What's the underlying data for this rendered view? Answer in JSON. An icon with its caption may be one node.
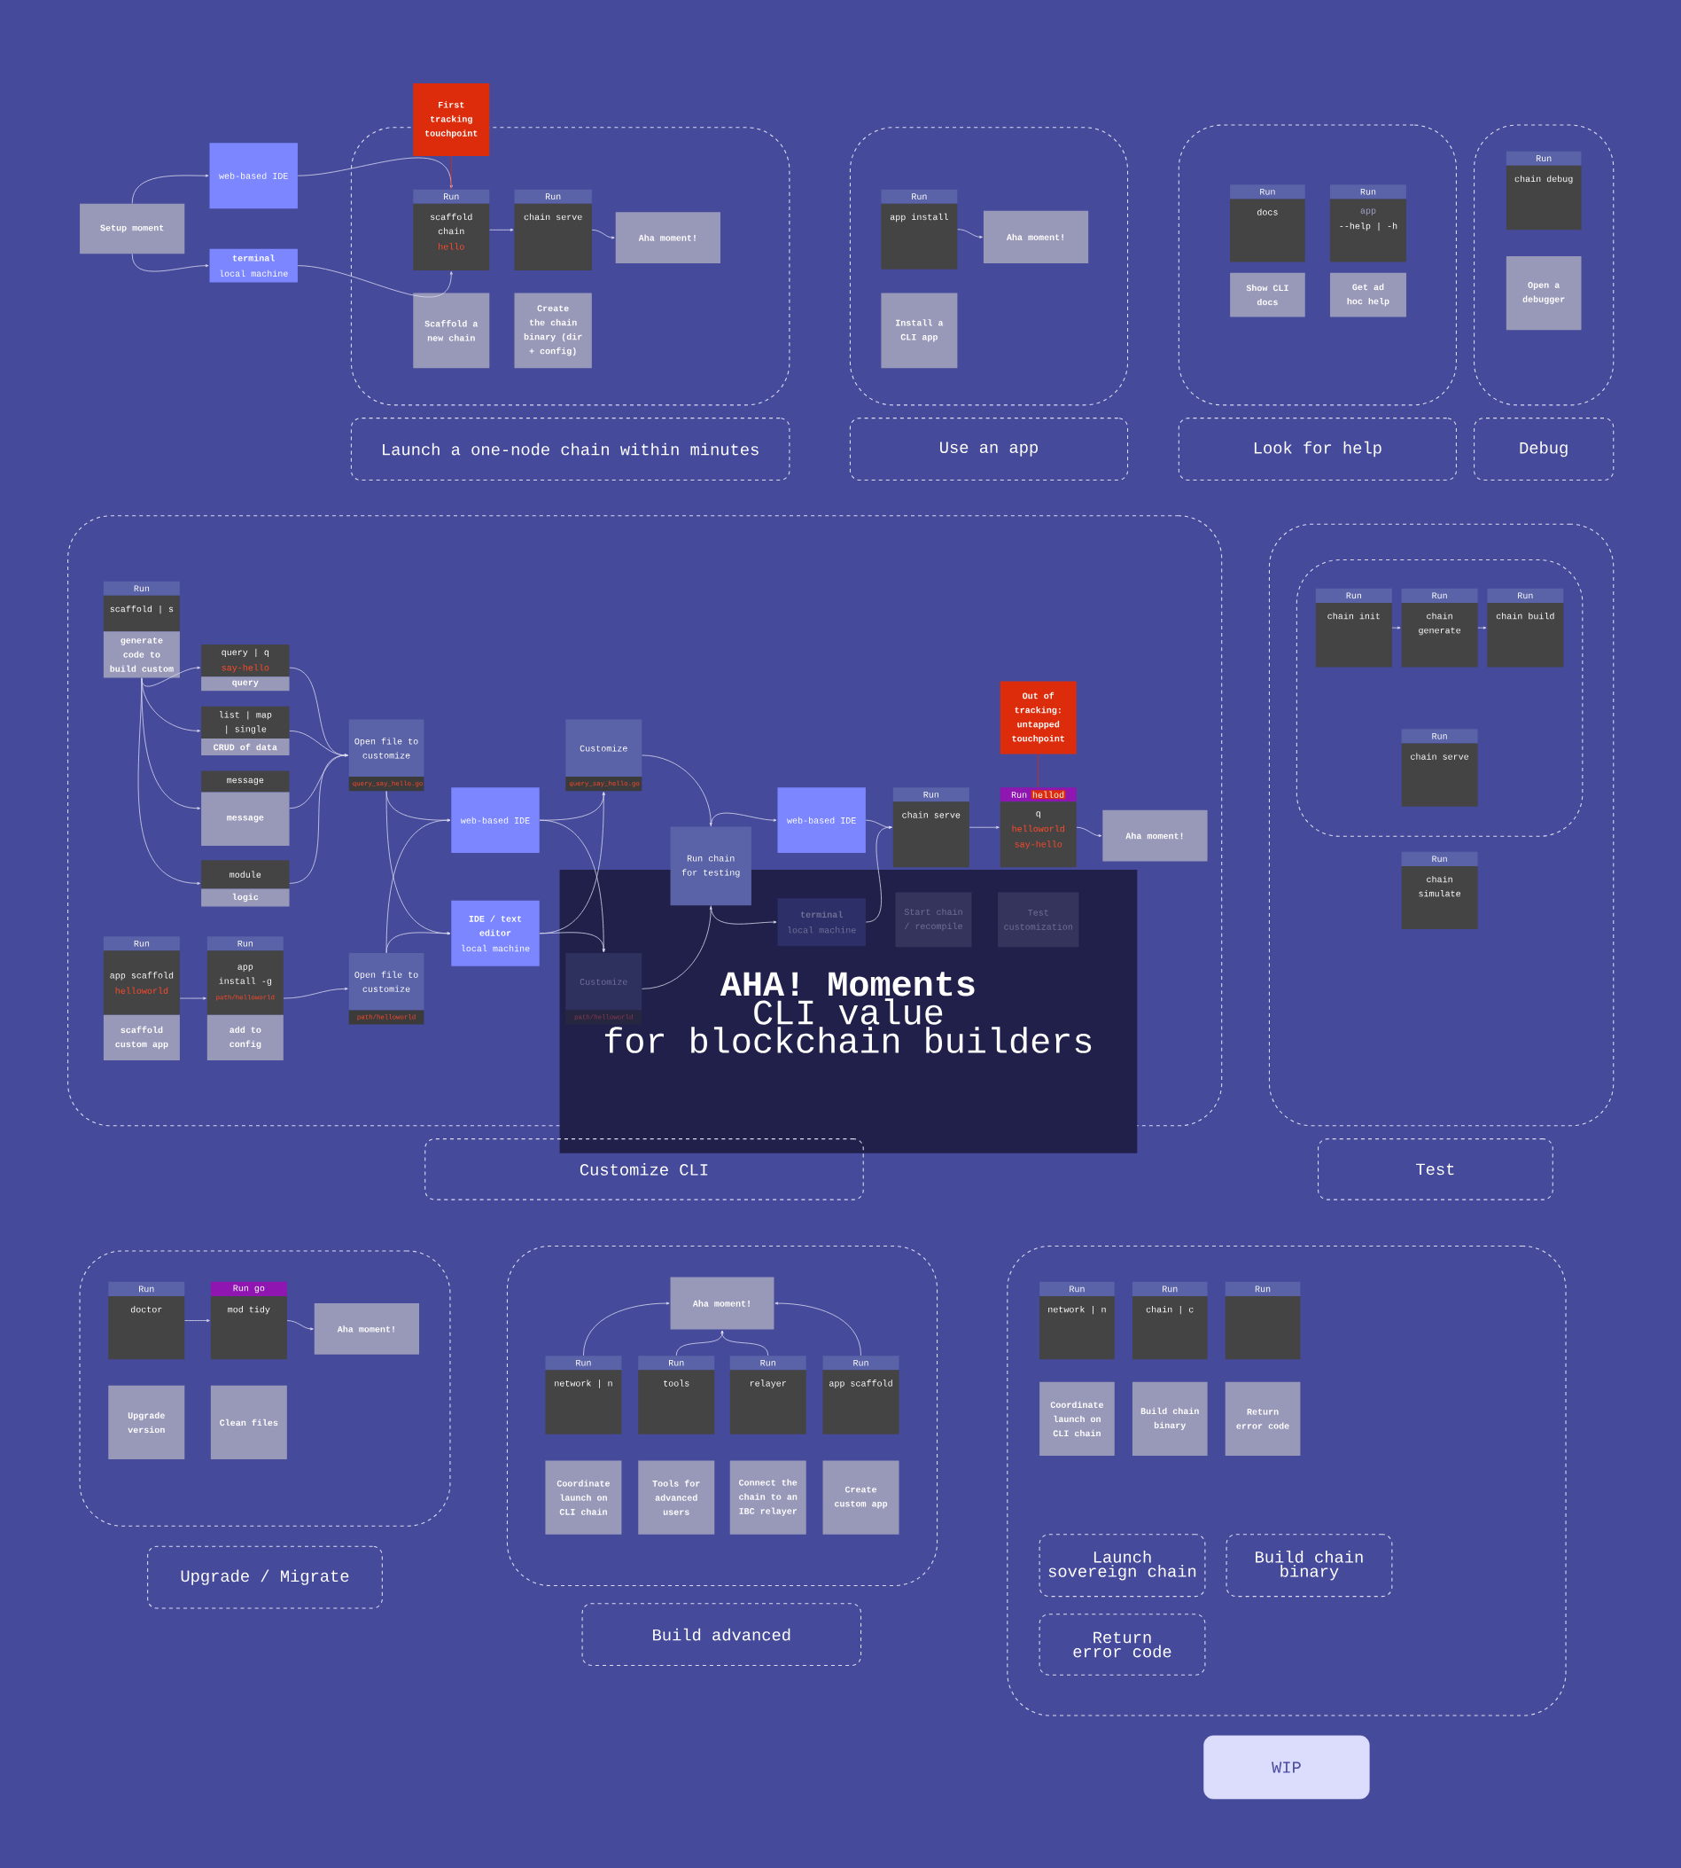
{
  "diagram": {
    "nodes": [
      {
        "text": [
          "Setup moment"
        ]
      },
      {
        "text": [
          "web-based IDE"
        ]
      },
      {
        "text": [
          "terminal",
          "local machine"
        ]
      },
      {
        "text": [],
        "shape": "box"
      },
      {
        "text": [
          "First tracking touchpoint"
        ]
      },
      {
        "text": [
          "Run",
          "scaffold chain",
          "hello"
        ],
        "in": 3
      },
      {
        "text": [
          "Run",
          "chain serve"
        ],
        "in": 3
      },
      {
        "text": [
          "Aha moment!"
        ],
        "in": 3
      },
      {
        "text": [
          "Scaffold a new chain"
        ],
        "in": 3
      },
      {
        "text": [
          "Create the chain binary (dir + config)"
        ],
        "in": 3
      },
      {
        "text": [
          "Launch a one-node chain within minutes"
        ]
      },
      {
        "text": [],
        "shape": "box"
      },
      {
        "text": [
          "Run",
          "app install"
        ],
        "in": 11
      },
      {
        "text": [
          "Aha moment!"
        ],
        "in": 11
      },
      {
        "text": [
          "Install a CLI app"
        ],
        "in": 11
      },
      {
        "text": [
          "Use an app"
        ]
      },
      {
        "text": [],
        "shape": "box"
      },
      {
        "text": [
          "Run",
          "docs"
        ],
        "in": 16
      },
      {
        "text": [
          "Run",
          "app",
          "--help | -h"
        ],
        "in": 16
      },
      {
        "text": [
          "Show CLI docs"
        ],
        "in": 16
      },
      {
        "text": [
          "Get ad hoc help"
        ],
        "in": 16
      },
      {
        "text": [
          "Look for help"
        ]
      },
      {
        "text": [],
        "shape": "box"
      },
      {
        "text": [
          "Run",
          "chain debug"
        ],
        "in": 22
      },
      {
        "text": [
          "Open a debugger"
        ],
        "in": 22
      },
      {
        "text": [
          "Debug"
        ]
      },
      {
        "text": [],
        "shape": "box"
      },
      {
        "text": [
          "Run",
          "scaffold | s",
          "generate code to build custom"
        ],
        "in": 26
      },
      {
        "text": [
          "query | q",
          "say-hello",
          "query"
        ],
        "in": 26
      },
      {
        "text": [
          "list | map | single",
          "CRUD of data"
        ],
        "in": 26
      },
      {
        "text": [
          "message",
          "message"
        ],
        "in": 26
      },
      {
        "text": [
          "module",
          "logic"
        ],
        "in": 26
      },
      {
        "text": [
          "Open file to customize",
          "query_say_hello.go"
        ],
        "in": 26
      },
      {
        "text": [
          "web-based IDE"
        ],
        "in": 26
      },
      {
        "text": [
          "IDE / text editor",
          "local machine"
        ],
        "in": 26
      },
      {
        "text": [
          "Customize",
          "query_say_hello.go"
        ],
        "in": 26
      },
      {
        "text": [
          "Run",
          "app scaffold",
          "helloworld",
          "scaffold custom app"
        ],
        "in": 26
      },
      {
        "text": [
          "Run",
          "app install -g",
          "path/helloworld",
          "add to config"
        ],
        "in": 26
      },
      {
        "text": [
          "Open file to customize",
          "path/helloworld"
        ],
        "in": 26
      },
      {
        "text": [
          "Customize",
          "path/helloworld"
        ],
        "in": 49
      },
      {
        "text": [
          "Run chain for testing"
        ],
        "in": 26
      },
      {
        "text": [
          "web-based IDE"
        ],
        "in": 26
      },
      {
        "text": [
          "terminal",
          "local machine"
        ],
        "in": 49
      },
      {
        "text": [
          "Run",
          "chain serve"
        ],
        "in": 26
      },
      {
        "text": [
          "Out of tracking: untapped touchpoint"
        ],
        "in": 26
      },
      {
        "text": [
          "Run",
          "hellod",
          "q",
          "helloworld",
          "say-hello"
        ],
        "in": 26
      },
      {
        "text": [
          "Aha moment!"
        ],
        "in": 26
      },
      {
        "text": [
          "Start chain / recompile"
        ],
        "in": 49
      },
      {
        "text": [
          "Test customization"
        ],
        "in": 49
      },
      {
        "text": [
          "AHA! Moments",
          "CLI value",
          "for blockchain builders"
        ]
      },
      {
        "text": [
          "Customize CLI"
        ]
      },
      {
        "text": [],
        "shape": "box"
      },
      {
        "text": [],
        "shape": "box",
        "in": 51
      },
      {
        "text": [
          "Run",
          "chain init"
        ],
        "in": 52
      },
      {
        "text": [
          "Run",
          "chain generate"
        ],
        "in": 52
      },
      {
        "text": [
          "Run",
          "chain build"
        ],
        "in": 52
      },
      {
        "text": [
          "Run",
          "chain serve"
        ],
        "in": 52
      },
      {
        "text": [
          "Run",
          "chain simulate"
        ],
        "in": 51
      },
      {
        "text": [
          "Test"
        ]
      },
      {
        "text": [],
        "shape": "box"
      },
      {
        "text": [
          "Run",
          "doctor"
        ],
        "in": 59
      },
      {
        "text": [
          "Run go",
          "mod tidy"
        ],
        "in": 59
      },
      {
        "text": [
          "Aha moment!"
        ],
        "in": 59
      },
      {
        "text": [
          "Upgrade version"
        ],
        "in": 59
      },
      {
        "text": [
          "Clean files"
        ],
        "in": 59
      },
      {
        "text": [
          "Upgrade / Migrate"
        ]
      },
      {
        "text": [],
        "shape": "box"
      },
      {
        "text": [
          "Aha moment!"
        ],
        "in": 66
      },
      {
        "text": [
          "Run",
          "network | n"
        ],
        "in": 66
      },
      {
        "text": [
          "Run",
          "tools"
        ],
        "in": 66
      },
      {
        "text": [
          "Run",
          "relayer"
        ],
        "in": 66
      },
      {
        "text": [
          "Run",
          "app scaffold"
        ],
        "in": 66
      },
      {
        "text": [
          "Coordinate launch on CLI chain"
        ],
        "in": 66
      },
      {
        "text": [
          "Tools for advanced users"
        ],
        "in": 66
      },
      {
        "text": [
          "Connect the chain to an IBC relayer"
        ],
        "in": 66
      },
      {
        "text": [
          "Create custom app"
        ],
        "in": 66
      },
      {
        "text": [
          "Build advanced"
        ]
      },
      {
        "text": [],
        "shape": "box"
      },
      {
        "text": [
          "Run",
          "network | n"
        ],
        "in": 77
      },
      {
        "text": [
          "Run",
          "chain | c"
        ],
        "in": 77
      },
      {
        "text": [
          "Run"
        ],
        "in": 77
      },
      {
        "text": [
          "Coordinate launch on CLI chain"
        ],
        "in": 77
      },
      {
        "text": [
          "Build chain binary"
        ],
        "in": 77
      },
      {
        "text": [
          "Return error code"
        ],
        "in": 77
      },
      {
        "text": [
          "Launch sovereign chain"
        ],
        "in": 77
      },
      {
        "text": [
          "Build chain binary"
        ],
        "in": 77
      },
      {
        "text": [
          "Return error code"
        ],
        "in": 77
      },
      {
        "text": [
          "WIP"
        ]
      }
    ],
    "edges": [
      {
        "from": 0,
        "to": 1,
        "arrow": "to"
      },
      {
        "from": 0,
        "to": 2,
        "arrow": "to"
      },
      {
        "from": 1,
        "to": 5,
        "arrow": "to"
      },
      {
        "from": 2,
        "to": 5,
        "arrow": "to"
      },
      {
        "from": 4,
        "to": 5,
        "arrow": "none",
        "color": "#dd2c0b"
      },
      {
        "from": 5,
        "to": 6,
        "arrow": "to"
      },
      {
        "from": 6,
        "to": 7,
        "arrow": "to"
      },
      {
        "from": 12,
        "to": 13,
        "arrow": "to"
      },
      {
        "from": 27,
        "to": 28,
        "arrow": "to"
      },
      {
        "from": 27,
        "to": 29,
        "arrow": "to"
      },
      {
        "from": 27,
        "to": 30,
        "arrow": "to"
      },
      {
        "from": 27,
        "to": 31,
        "arrow": "to"
      },
      {
        "from": 28,
        "to": 32,
        "arrow": "to"
      },
      {
        "from": 29,
        "to": 32,
        "arrow": "to"
      },
      {
        "from": 30,
        "to": 32,
        "arrow": "to"
      },
      {
        "from": 31,
        "to": 32,
        "arrow": "to"
      },
      {
        "from": 32,
        "to": 33,
        "arrow": "to"
      },
      {
        "from": 32,
        "to": 34,
        "arrow": "to"
      },
      {
        "from": 38,
        "to": 33,
        "arrow": "to"
      },
      {
        "from": 38,
        "to": 34,
        "arrow": "to"
      },
      {
        "from": 36,
        "to": 37,
        "arrow": "to"
      },
      {
        "from": 37,
        "to": 38,
        "arrow": "to"
      },
      {
        "from": 33,
        "to": 35,
        "arrow": "to"
      },
      {
        "from": 33,
        "to": 39,
        "arrow": "to"
      },
      {
        "from": 34,
        "to": 35,
        "arrow": "to"
      },
      {
        "from": 34,
        "to": 39,
        "arrow": "to"
      },
      {
        "from": 35,
        "to": 40,
        "arrow": "to"
      },
      {
        "from": 39,
        "to": 40,
        "arrow": "to"
      },
      {
        "from": 40,
        "to": 41,
        "arrow": "to"
      },
      {
        "from": 40,
        "to": 42,
        "arrow": "to"
      },
      {
        "from": 41,
        "to": 43,
        "arrow": "to"
      },
      {
        "from": 42,
        "to": 43,
        "arrow": "to"
      },
      {
        "from": 43,
        "to": 45,
        "arrow": "to"
      },
      {
        "from": 45,
        "to": 46,
        "arrow": "to"
      },
      {
        "from": 44,
        "to": 45,
        "arrow": "none",
        "color": "#dd2c0b"
      },
      {
        "from": 53,
        "to": 54,
        "arrow": "to"
      },
      {
        "from": 54,
        "to": 55,
        "arrow": "to"
      },
      {
        "from": 60,
        "to": 61,
        "arrow": "to"
      },
      {
        "from": 61,
        "to": 62,
        "arrow": "to"
      },
      {
        "from": 68,
        "to": 67,
        "arrow": "to"
      },
      {
        "from": 69,
        "to": 67,
        "arrow": "to"
      },
      {
        "from": 70,
        "to": 67,
        "arrow": "to"
      },
      {
        "from": 71,
        "to": 67,
        "arrow": "to"
      }
    ]
  }
}
